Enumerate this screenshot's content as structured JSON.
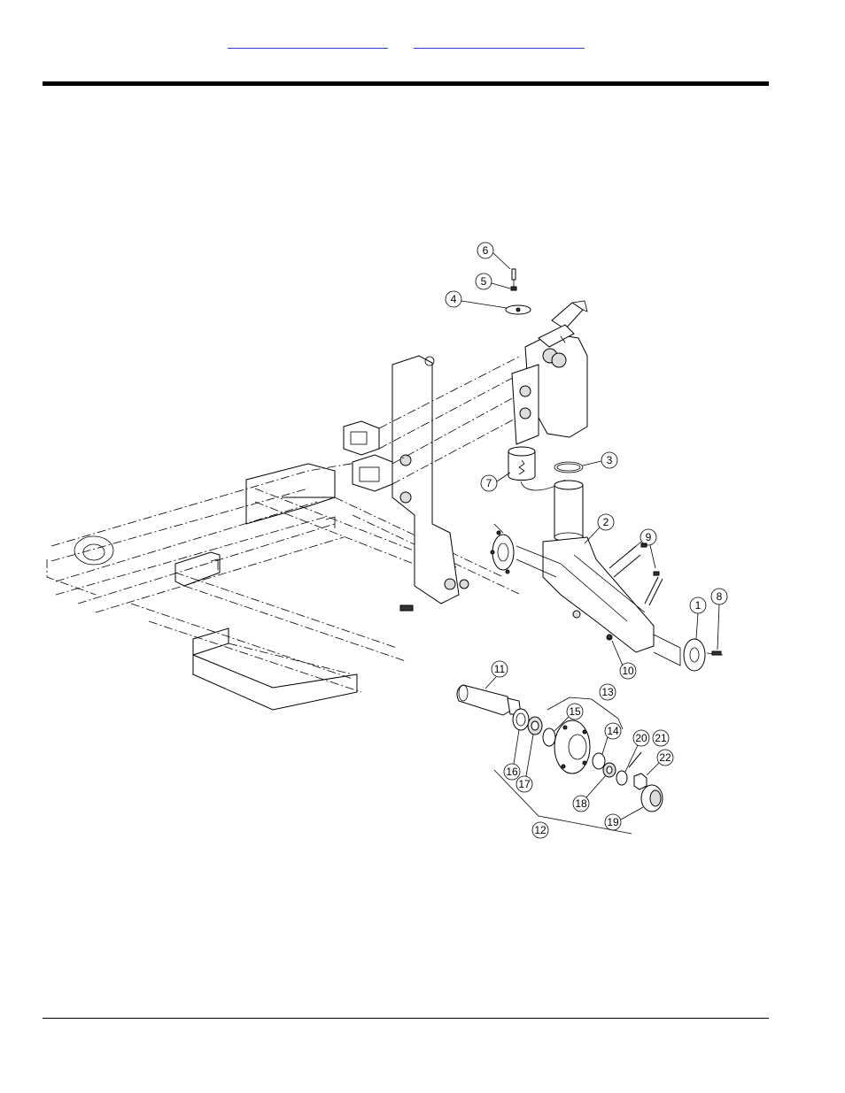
{
  "header": {
    "links": [
      {
        "label": ""
      },
      {
        "label": ""
      }
    ]
  },
  "callouts": [
    {
      "id": "1",
      "label": "1"
    },
    {
      "id": "2",
      "label": "2"
    },
    {
      "id": "3",
      "label": "3"
    },
    {
      "id": "4",
      "label": "4"
    },
    {
      "id": "5",
      "label": "5"
    },
    {
      "id": "6",
      "label": "6"
    },
    {
      "id": "7",
      "label": "7"
    },
    {
      "id": "8",
      "label": "8"
    },
    {
      "id": "9",
      "label": "9"
    },
    {
      "id": "10",
      "label": "10"
    },
    {
      "id": "11",
      "label": "11"
    },
    {
      "id": "12",
      "label": "12"
    },
    {
      "id": "13",
      "label": "13"
    },
    {
      "id": "14",
      "label": "14"
    },
    {
      "id": "15",
      "label": "15"
    },
    {
      "id": "16",
      "label": "16"
    },
    {
      "id": "17",
      "label": "17"
    },
    {
      "id": "18",
      "label": "18"
    },
    {
      "id": "19",
      "label": "19"
    },
    {
      "id": "20",
      "label": "20"
    },
    {
      "id": "21",
      "label": "21"
    },
    {
      "id": "22",
      "label": "22"
    }
  ]
}
